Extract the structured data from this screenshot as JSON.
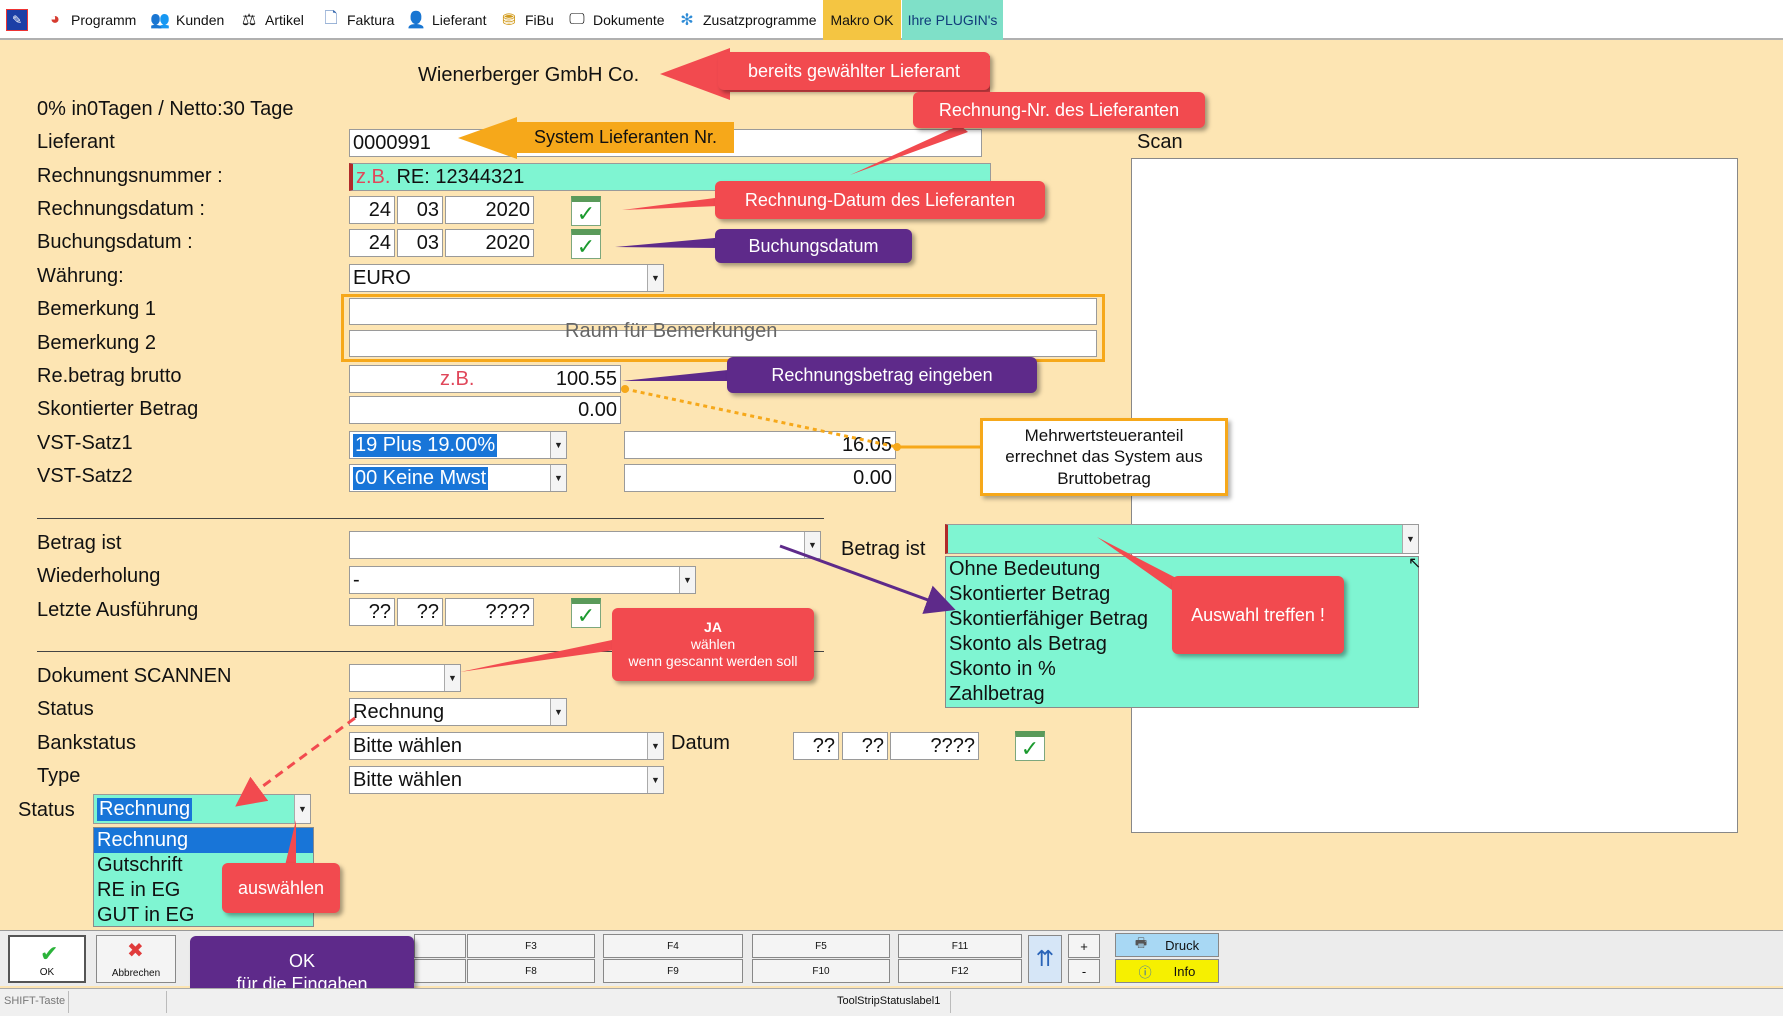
{
  "menu": {
    "items": [
      {
        "label": "Programm",
        "icon": "color-wheel-icon"
      },
      {
        "label": "Kunden",
        "icon": "people-icon"
      },
      {
        "label": "Artikel",
        "icon": "scale-icon"
      },
      {
        "label": "Faktura",
        "icon": "document-icon"
      },
      {
        "label": "Lieferant",
        "icon": "person-icon"
      },
      {
        "label": "FiBu",
        "icon": "coins-icon"
      },
      {
        "label": "Dokumente",
        "icon": "monitor-icon"
      },
      {
        "label": "Zusatzprogramme",
        "icon": "puzzle-icon"
      }
    ],
    "makro": "Makro OK",
    "plugin": "Ihre PLUGIN's"
  },
  "header": {
    "supplier_name": "Wienerberger GmbH  Co.",
    "payment_terms": "0% in0Tagen / Netto:30 Tage"
  },
  "form": {
    "lieferant_label": "Lieferant",
    "lieferant_value": "0000991",
    "rechnungsnummer_label": "Rechnungsnummer :",
    "rechnungsnummer_hint": "z.B.",
    "rechnungsnummer_value": "RE: 12344321",
    "rechnungsdatum_label": "Rechnungsdatum   :",
    "rechnungsdatum": {
      "day": "24",
      "month": "03",
      "year": "2020"
    },
    "buchungsdatum_label": "Buchungsdatum :",
    "buchungsdatum": {
      "day": "24",
      "month": "03",
      "year": "2020"
    },
    "waehrung_label": "Währung:",
    "waehrung_value": "EURO",
    "bemerkung1_label": "Bemerkung 1",
    "bemerkung2_label": "Bemerkung 2",
    "bemerkung_placeholder": "Raum für Bemerkungen",
    "rebetrag_label": "Re.betrag brutto",
    "rebetrag_hint": "z.B.",
    "rebetrag_value": "100.55",
    "skontiert_label": "Skontierter Betrag",
    "skontiert_value": "0.00",
    "vst1_label": "VST-Satz1",
    "vst1_value": "19 Plus 19.00%",
    "vst1_amount": "16.05",
    "vst2_label": "VST-Satz2",
    "vst2_value": "00 Keine Mwst",
    "vst2_amount": "0.00",
    "betrag_ist_label": "Betrag ist",
    "betrag_ist_value": "",
    "wiederholung_label": "Wiederholung",
    "wiederholung_value": "-",
    "letzte_label": "Letzte Ausführung",
    "letzte": {
      "day": "??",
      "month": "??",
      "year": "????"
    },
    "scan_label": "Dokument SCANNEN",
    "scan_value": "",
    "status_label": "Status",
    "status_value": "Rechnung",
    "bankstatus_label": "Bankstatus",
    "bankstatus_value": "Bitte wählen",
    "datum_label": "Datum",
    "datum": {
      "day": "??",
      "month": "??",
      "year": "????"
    },
    "type_label": "Type",
    "type_value": "Bitte wählen",
    "status2_label": "Status",
    "status2_value": "Rechnung"
  },
  "scan_panel": {
    "label": "Scan"
  },
  "betrag_popup": {
    "label": "Betrag ist",
    "options": [
      "Ohne Bedeutung",
      "Skontierter Betrag",
      "Skontierfähiger Betrag",
      "Skonto als Betrag",
      "Skonto in %",
      "Zahlbetrag"
    ]
  },
  "status_popup": {
    "options": [
      "Rechnung",
      "Gutschrift",
      "RE in EG",
      "GUT in EG"
    ]
  },
  "callouts": {
    "lieferant_gewaehlt": "bereits gewählter Lieferant",
    "system_nr": "System Lieferanten Nr.",
    "rechnung_nr": "Rechnung-Nr. des Lieferanten",
    "rechnung_datum": "Rechnung-Datum des Lieferanten",
    "buchungsdatum": "Buchungsdatum",
    "rechnungsbetrag": "Rechnungsbetrag eingeben",
    "mwst_line1": "Mehrwertsteueranteil",
    "mwst_line2": "errechnet das System aus",
    "mwst_line3": "Bruttobetrag",
    "auswahl": "Auswahl treffen !",
    "ja_title": "JA",
    "ja_line1": "wählen",
    "ja_line2": "wenn gescannt werden soll",
    "auswaehlen": "auswählen",
    "ok_line1": "OK",
    "ok_line2": "für die Eingaben"
  },
  "toolbar": {
    "ok": "OK",
    "abbrechen": "Abbrechen",
    "f3": "F3",
    "f8": "F8",
    "f4": "F4",
    "f9": "F9",
    "f5": "F5",
    "f10": "F10",
    "f11": "F11",
    "f12": "F12",
    "plus": "+",
    "minus": "-",
    "druck": "Druck",
    "info": "Info"
  },
  "statusbar": {
    "shift": "SHIFT-Taste",
    "label1": "ToolStripStatuslabel1"
  }
}
